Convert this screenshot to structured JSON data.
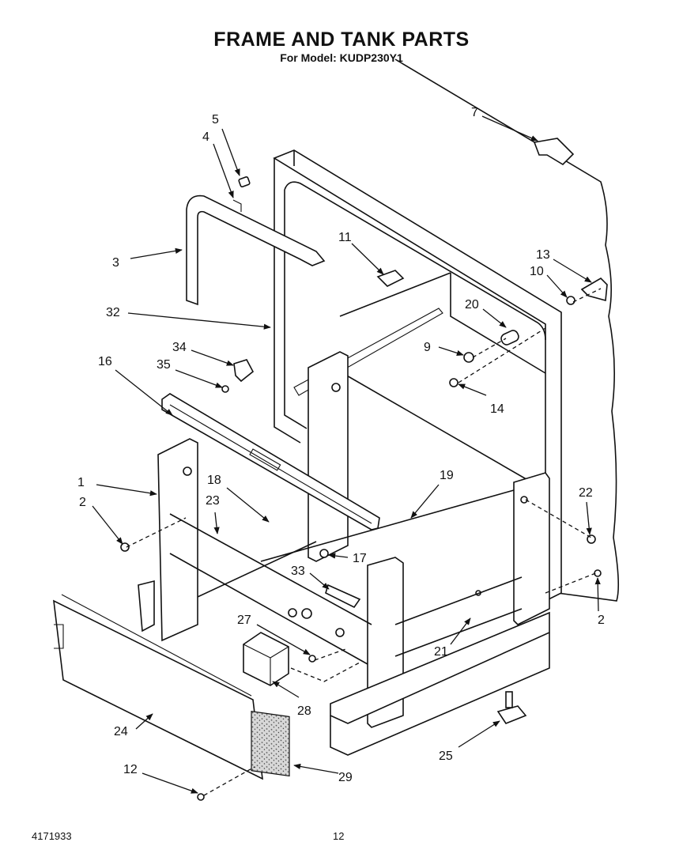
{
  "title": "FRAME AND TANK PARTS",
  "subtitle": "For Model: KUDP230Y1",
  "footer": {
    "doc_number": "4171933",
    "page_number": "12"
  },
  "callouts": {
    "c1": "1",
    "c2a": "2",
    "c2b": "2",
    "c3": "3",
    "c4": "4",
    "c5": "5",
    "c7": "7",
    "c9": "9",
    "c10": "10",
    "c11": "11",
    "c12": "12",
    "c13": "13",
    "c14": "14",
    "c16": "16",
    "c17": "17",
    "c18": "18",
    "c19": "19",
    "c20": "20",
    "c21": "21",
    "c22": "22",
    "c23": "23",
    "c24": "24",
    "c25": "25",
    "c27": "27",
    "c28": "28",
    "c29": "29",
    "c32": "32",
    "c33": "33",
    "c34": "34",
    "c35": "35"
  }
}
